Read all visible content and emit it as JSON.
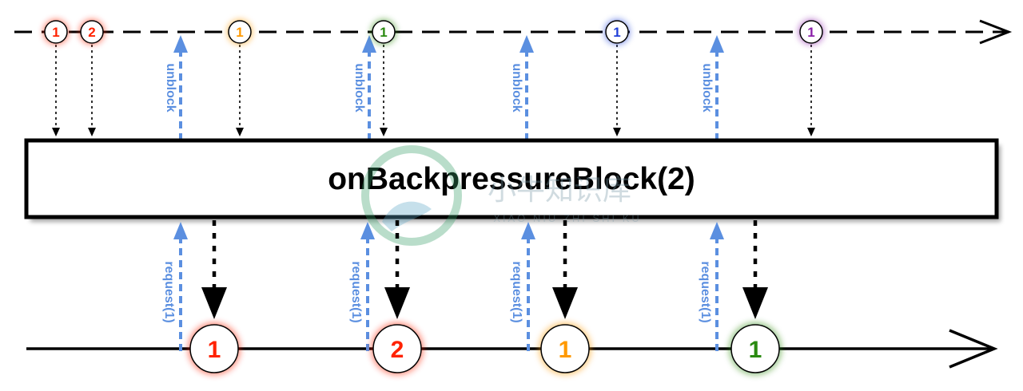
{
  "operator": {
    "label": "onBackpressureBlock(2)"
  },
  "colors": {
    "red": "#ff2200",
    "orange": "#ff9900",
    "green": "#2a8a10",
    "blue": "#1f3fd8",
    "purple": "#8a1fa8",
    "request_blue": "#5b8fe0"
  },
  "source_marbles": [
    {
      "label": "1",
      "color": "red"
    },
    {
      "label": "2",
      "color": "red"
    },
    {
      "label": "1",
      "color": "orange"
    },
    {
      "label": "1",
      "color": "green"
    },
    {
      "label": "1",
      "color": "blue"
    },
    {
      "label": "1",
      "color": "purple"
    }
  ],
  "unblock_labels": [
    "unblock",
    "unblock",
    "unblock",
    "unblock"
  ],
  "request_labels": [
    "request(1)",
    "request(1)",
    "request(1)",
    "request(1)"
  ],
  "output_marbles": [
    {
      "label": "1",
      "color": "red"
    },
    {
      "label": "2",
      "color": "red"
    },
    {
      "label": "1",
      "color": "orange"
    },
    {
      "label": "1",
      "color": "green"
    }
  ],
  "watermark": {
    "cn": "小牛知识库",
    "pinyin": "XIAO NIU ZHI SHI KU"
  }
}
